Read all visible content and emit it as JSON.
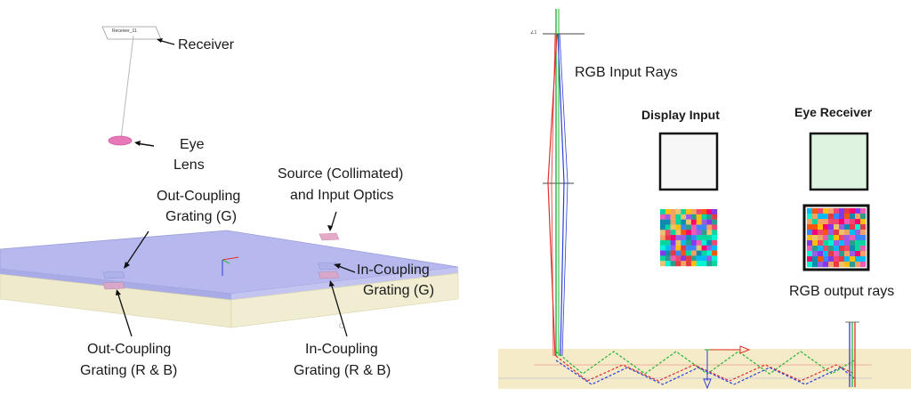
{
  "left_panel": {
    "receiver_tag": "Receiver_11",
    "labels": {
      "receiver": "Receiver",
      "eye_lens_line1": "Eye",
      "eye_lens_line2": "Lens",
      "source_line1": "Source (Collimated)",
      "source_line2": "and Input Optics",
      "out_coupling_g_line1": "Out-Coupling",
      "out_coupling_g_line2": "Grating (G)",
      "in_coupling_g_line1": "In-Coupling",
      "in_coupling_g_line2": "Grating (G)",
      "out_coupling_rb_line1": "Out-Coupling",
      "out_coupling_rb_line2": "Grating (R & B)",
      "in_coupling_rb_line1": "In-Coupling",
      "in_coupling_rb_line2": "Grating (R & B)"
    }
  },
  "right_panel": {
    "labels": {
      "rgb_input_rays": "RGB Input Rays",
      "display_input": "Display Input",
      "eye_receiver": "Eye Receiver",
      "rgb_output_rays": "RGB output rays"
    }
  },
  "colors": {
    "waveguide_top": "#b7b9ee",
    "waveguide_front": "#c9cbf2",
    "substrate": "#eeeacb",
    "grating": "#d9a7c9",
    "eye_lens": "#e879b9",
    "ray_red": "#e0302a",
    "ray_green": "#22b53a",
    "ray_blue": "#2b3fd6",
    "eye_receiver_fill": "#dff3e1"
  }
}
